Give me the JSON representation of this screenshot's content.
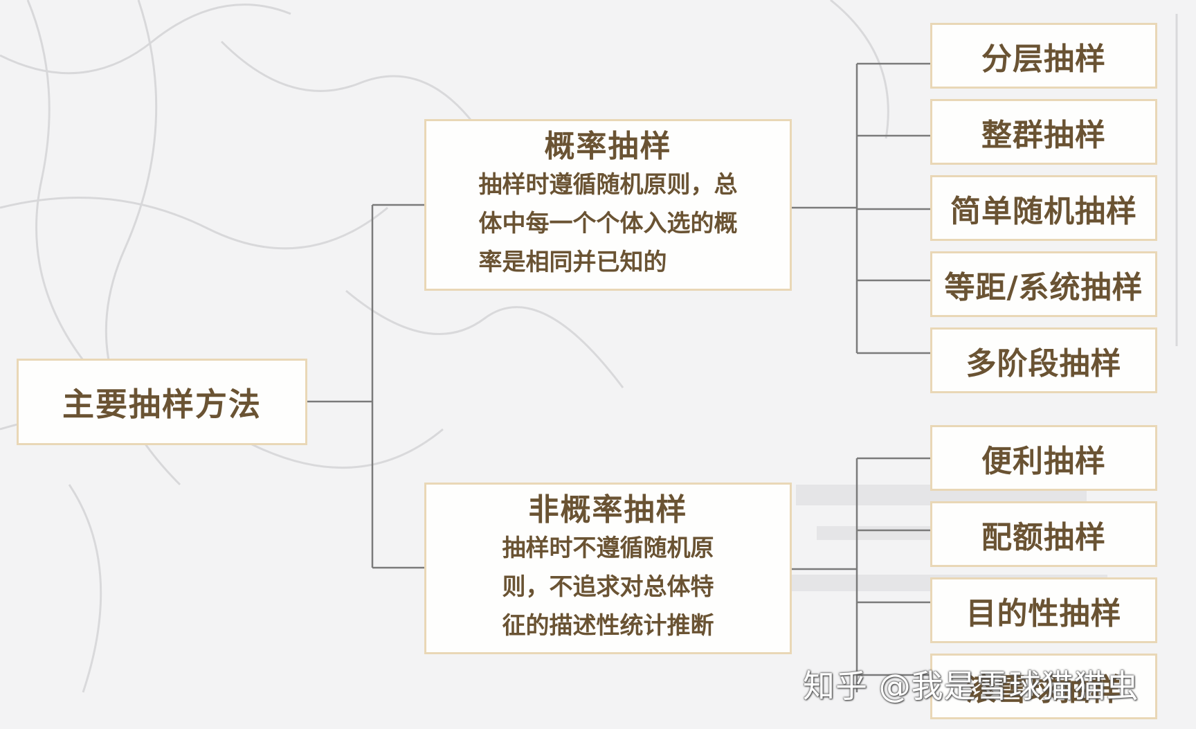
{
  "root": {
    "label": "主要抽样方法"
  },
  "branches": [
    {
      "title": "概率抽样",
      "desc_lines": [
        "抽样时遵循随机原则，总",
        "体中每一个个体入选的概",
        "率是相同并已知的"
      ],
      "children": [
        "分层抽样",
        "整群抽样",
        "简单随机抽样",
        "等距/系统抽样",
        "多阶段抽样"
      ]
    },
    {
      "title": "非概率抽样",
      "desc_lines": [
        "抽样时不遵循随机原",
        "则，不追求对总体特",
        "征的描述性统计推断"
      ],
      "children": [
        "便利抽样",
        "配额抽样",
        "目的性抽样",
        "滚雪球抽样"
      ]
    }
  ],
  "watermark": "知乎 @我是雪球猫猫虫",
  "colors": {
    "border": "#e9d7b6",
    "text": "#6a5333",
    "line": "#7a7a7a"
  }
}
